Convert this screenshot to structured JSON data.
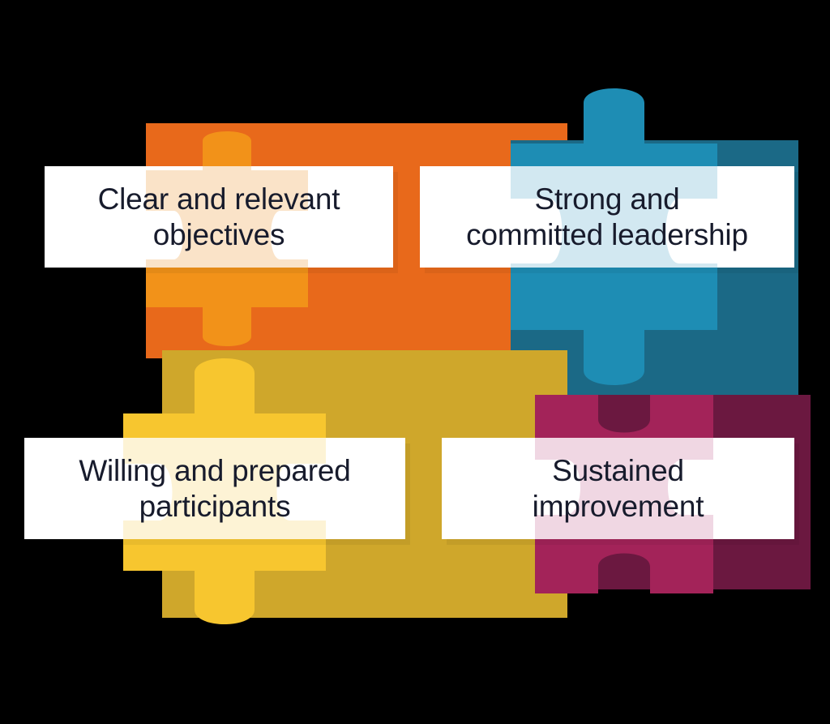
{
  "diagram": {
    "title": "Four puzzle pieces diagram",
    "background_color": "#000000"
  },
  "pieces": [
    {
      "id": "clear-and-relevant-objectives",
      "label": "Clear and relevant objectives",
      "line1": "Clear and relevant",
      "line2": "objectives",
      "color_name": "orange",
      "piece_color": "#F29219",
      "backdrop_color": "#E8691B",
      "veil_color": "#FAE3C8",
      "text_color": "#171B2C"
    },
    {
      "id": "strong-and-committed-leadership",
      "label": "Strong and committed leadership",
      "line1": "Strong and",
      "line2": "committed leadership",
      "color_name": "teal",
      "piece_color": "#1E8DB4",
      "backdrop_color": "#1B6986",
      "veil_color": "#D2E8F1",
      "text_color": "#171B2C"
    },
    {
      "id": "willing-and-prepared-participants",
      "label": "Willing and prepared participants",
      "line1": "Willing and prepared",
      "line2": "participants",
      "color_name": "yellow",
      "piece_color": "#F7C62F",
      "backdrop_color": "#CFA72B",
      "veil_color": "#FDF3D5",
      "text_color": "#171B2C"
    },
    {
      "id": "sustained-improvement",
      "label": "Sustained improvement",
      "line1": "Sustained",
      "line2": "improvement",
      "color_name": "magenta",
      "piece_color": "#A32359",
      "backdrop_color": "#6B1840",
      "veil_color": "#F0D7E3",
      "text_color": "#171B2C"
    }
  ]
}
